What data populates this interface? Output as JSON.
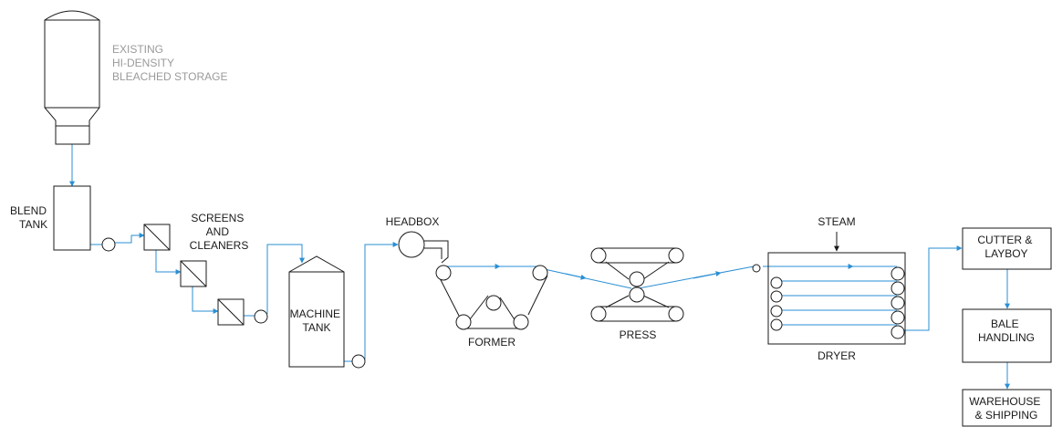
{
  "colors": {
    "flow": "#2a8fd4",
    "equipment": "#1a1a1a",
    "muted_label": "#9a9a9a"
  },
  "labels": {
    "storage": [
      "EXISTING",
      "HI-DENSITY",
      "BLEACHED STORAGE"
    ],
    "blend_tank": [
      "BLEND",
      "TANK"
    ],
    "screens": [
      "SCREENS",
      "AND",
      "CLEANERS"
    ],
    "machine_tank": [
      "MACHINE",
      "TANK"
    ],
    "headbox": "HEADBOX",
    "former": "FORMER",
    "press": "PRESS",
    "steam": "STEAM",
    "dryer": "DRYER",
    "cutter": [
      "CUTTER &",
      "LAYBOY"
    ],
    "bale": [
      "BALE",
      "HANDLING"
    ],
    "warehouse": [
      "WAREHOUSE",
      "& SHIPPING"
    ]
  }
}
